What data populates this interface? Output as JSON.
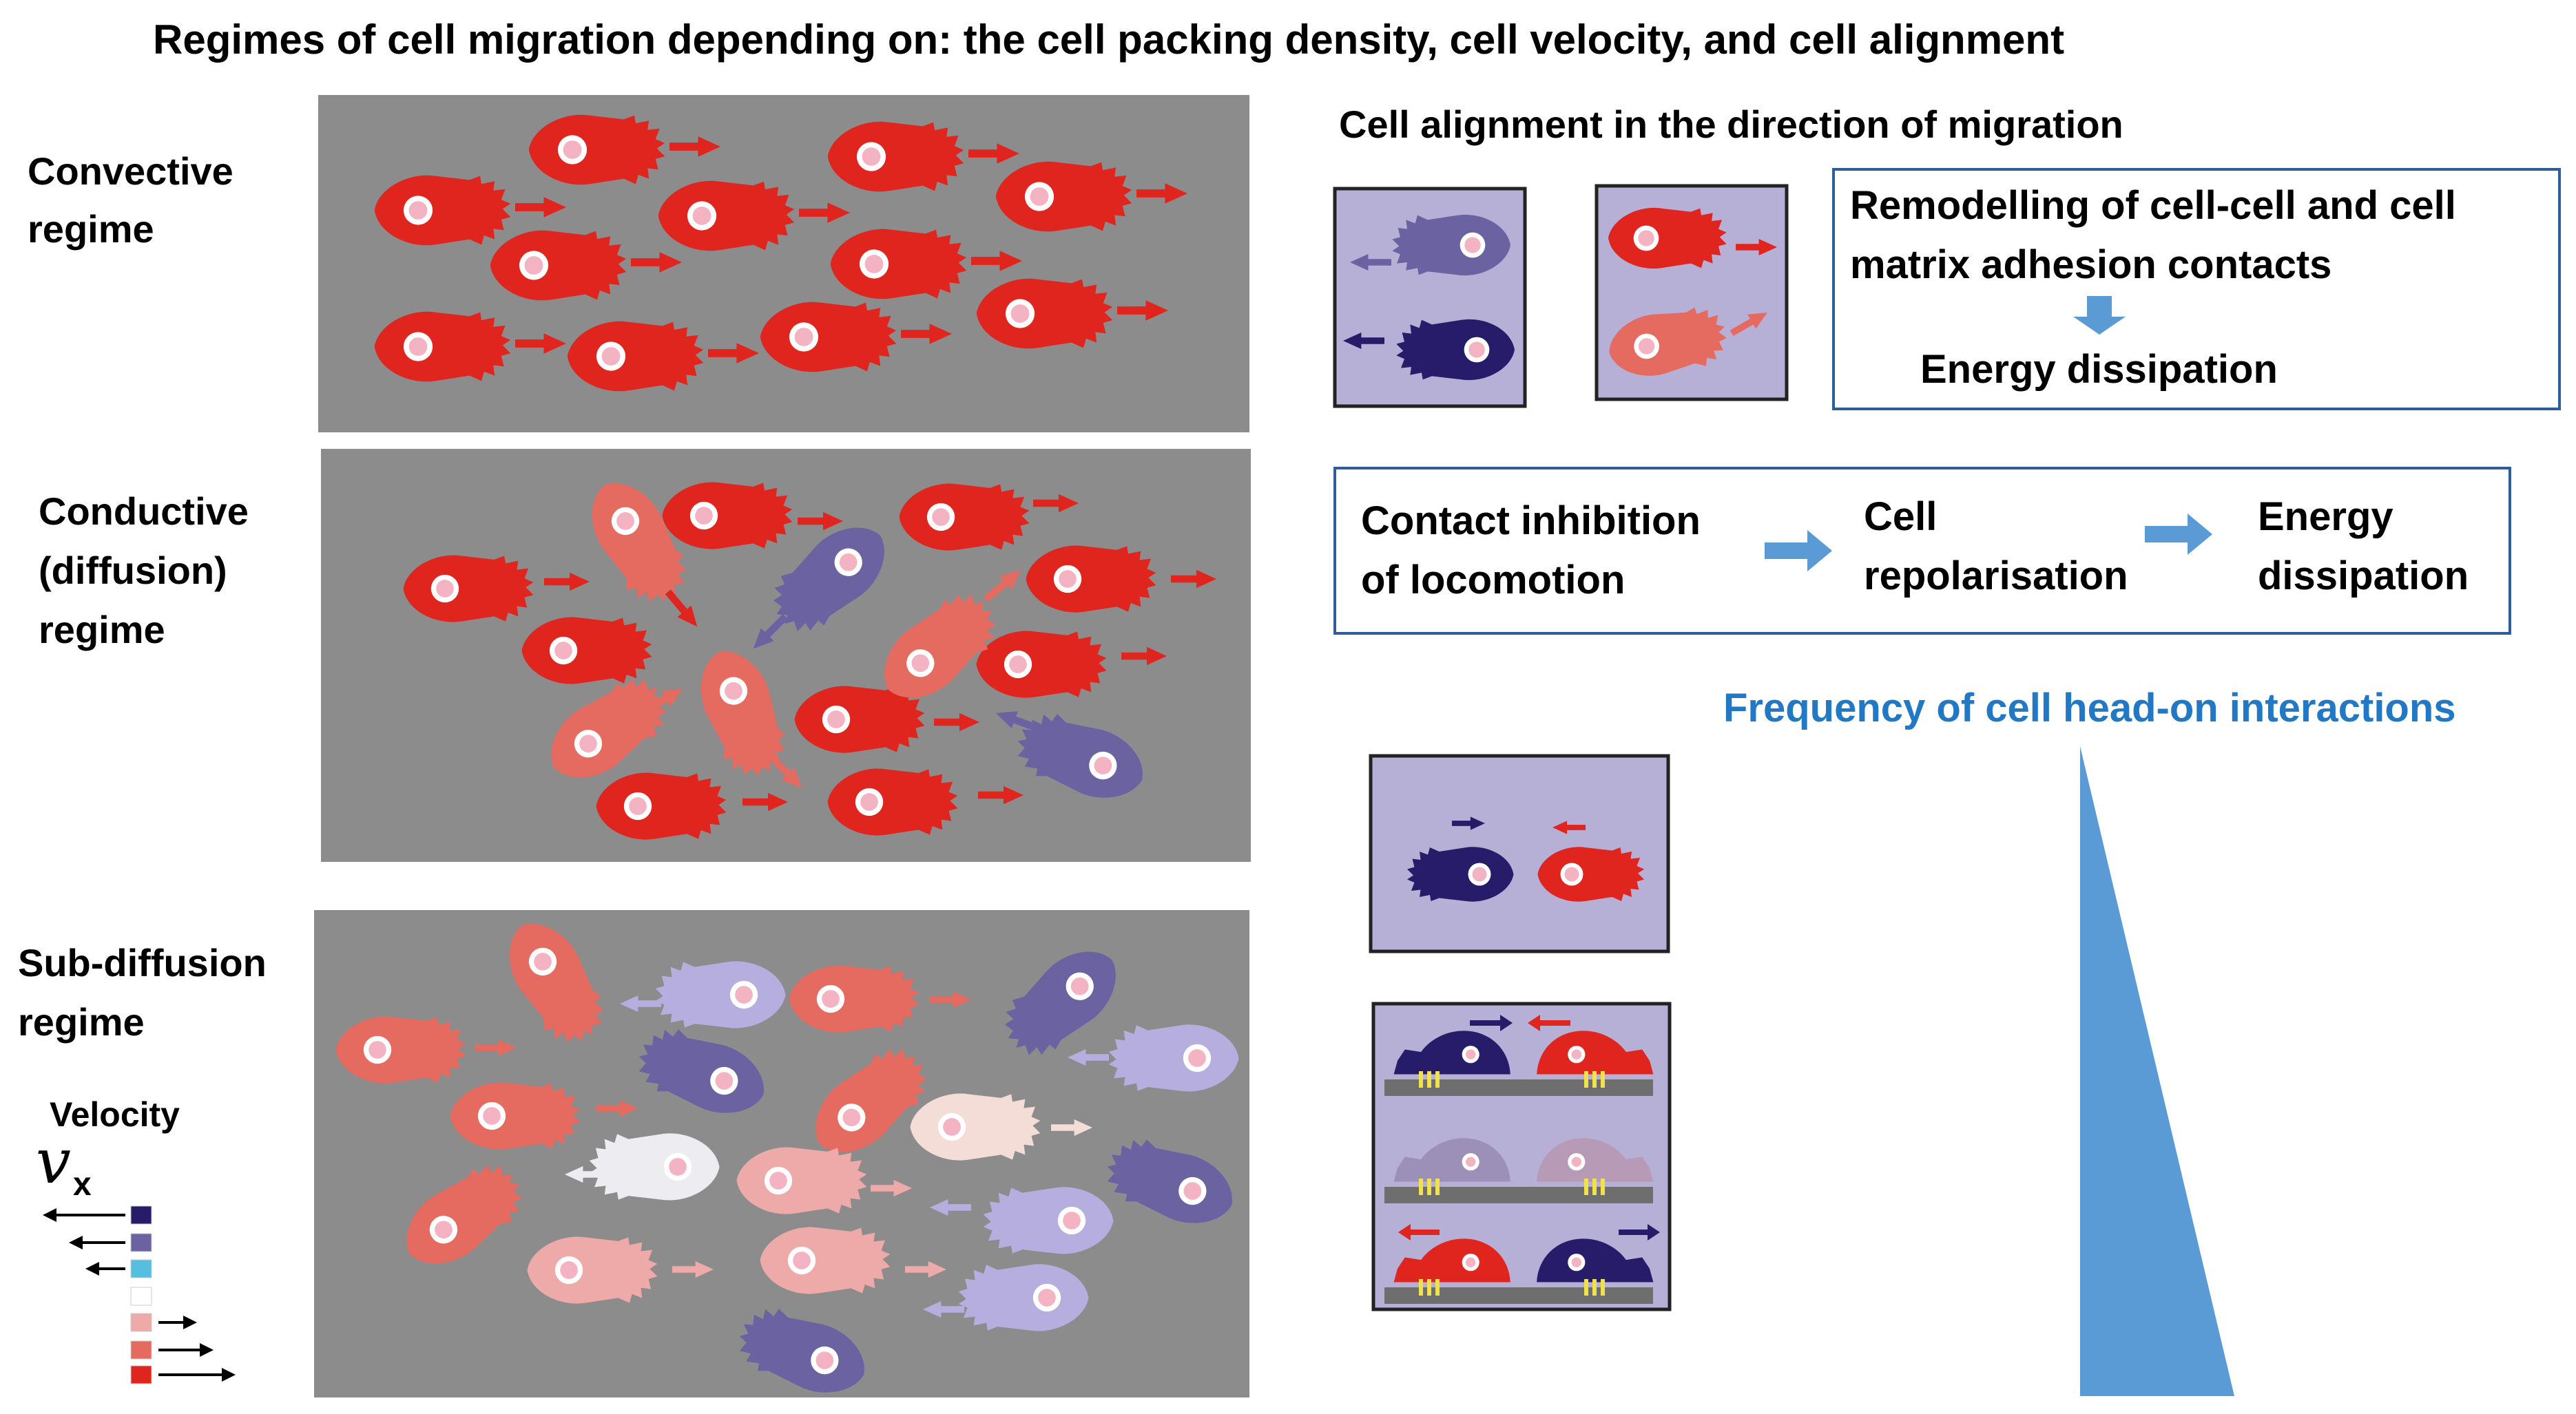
{
  "title": "Regimes of cell migration depending on: the cell packing density, cell velocity, and cell alignment",
  "regimes": {
    "convective": [
      "Convective",
      "regime"
    ],
    "conductive": [
      "Conductive",
      "(diffusion)",
      "regime"
    ],
    "subdiffusion": [
      "Sub-diffusion",
      "regime"
    ]
  },
  "velocity_legend": {
    "title": "Velocity",
    "symbol": "v",
    "subscript": "x"
  },
  "alignment": {
    "heading": "Cell alignment in the direction of migration",
    "box_lines": [
      "Remodelling of cell-cell and cell",
      "matrix adhesion contacts"
    ],
    "box_result": "Energy dissipation"
  },
  "contact": {
    "part1": [
      "Contact inhibition",
      "of locomotion"
    ],
    "part2": [
      "Cell",
      "repolarisation"
    ],
    "part3": [
      "Energy",
      "dissipation"
    ]
  },
  "frequency_label": "Frequency of cell head-on interactions",
  "colors": {
    "panel_bg": "#8c8c8c",
    "lavender": "#b7b0d6",
    "red": "#e0251f",
    "salmon": "#e56a60",
    "pink": "#eeaaa8",
    "peach": "#f3ddd6",
    "white_cell": "#ececf1",
    "light_purple": "#b6aede",
    "mid_purple": "#6b62a2",
    "dark_navy": "#271c6a",
    "cyan": "#56bfe0",
    "blue": "#5b9bd5",
    "text_blue": "#2178c4",
    "box_border": "#2e5e9a"
  }
}
